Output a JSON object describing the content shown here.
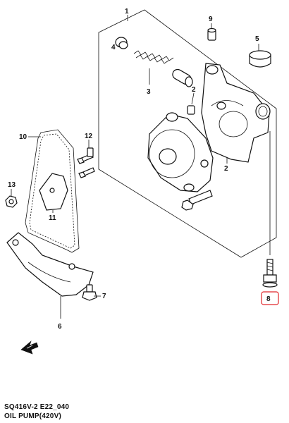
{
  "diagram": {
    "callouts": [
      "1",
      "2",
      "3",
      "4",
      "5",
      "6",
      "7",
      "8",
      "9",
      "10",
      "11",
      "12",
      "13",
      "2"
    ],
    "highlight_color": "#e0262a",
    "line_color": "#111111",
    "arrow_icon": "front-direction-arrow-icon"
  },
  "footer": {
    "code": "SQ416V-2 E22_040",
    "title": "OIL PUMP(420V)"
  }
}
